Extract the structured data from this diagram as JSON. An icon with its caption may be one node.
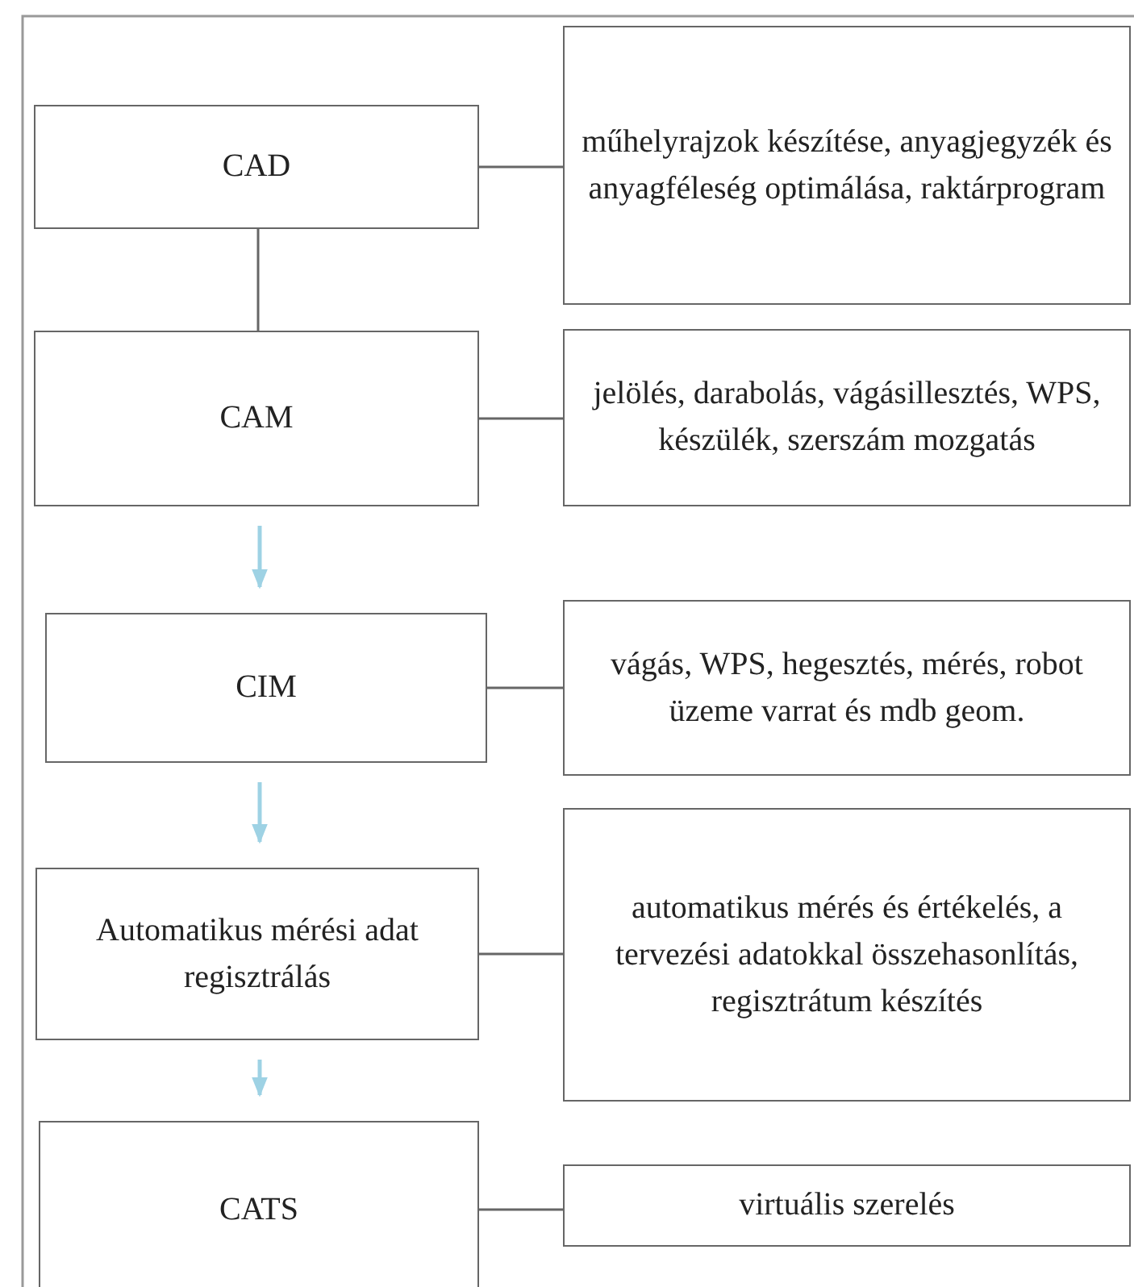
{
  "diagram": {
    "nodes": [
      {
        "text": [
          "CAD"
        ]
      },
      {
        "text": [
          "műhelyrajzok készítése, anyagjegyzék és anyagféleség optimálása, raktárprogram"
        ]
      },
      {
        "text": [
          "CAM"
        ]
      },
      {
        "text": [
          "jelölés, darabolás, vágásillesztés, WPS, készülék, szerszám mozgatás"
        ]
      },
      {
        "text": [
          "CIM"
        ]
      },
      {
        "text": [
          "vágás, WPS, hegesztés, mérés, robot üzeme varrat és mdb geom."
        ]
      },
      {
        "text": [
          "Automatikus mérési adat regisztrálás"
        ]
      },
      {
        "text": [
          "automatikus mérés és értékelés, a tervezési adatokkal összehasonlítás, regisztrátum készítés"
        ]
      },
      {
        "text": [
          "CATS"
        ]
      },
      {
        "text": [
          "virtuális szerelés"
        ]
      }
    ],
    "edges": [
      {
        "from": 0,
        "to": 1,
        "arrow": "none"
      },
      {
        "from": 0,
        "to": 2,
        "arrow": "none"
      },
      {
        "from": 2,
        "to": 3,
        "arrow": "none"
      },
      {
        "from": 2,
        "to": 4,
        "arrow": "to",
        "color": "#9ed2e4"
      },
      {
        "from": 4,
        "to": 5,
        "arrow": "none"
      },
      {
        "from": 4,
        "to": 6,
        "arrow": "to",
        "color": "#9ed2e4"
      },
      {
        "from": 6,
        "to": 7,
        "arrow": "none"
      },
      {
        "from": 6,
        "to": 8,
        "arrow": "to",
        "color": "#9ed2e4"
      },
      {
        "from": 8,
        "to": 9,
        "arrow": "none"
      }
    ]
  }
}
